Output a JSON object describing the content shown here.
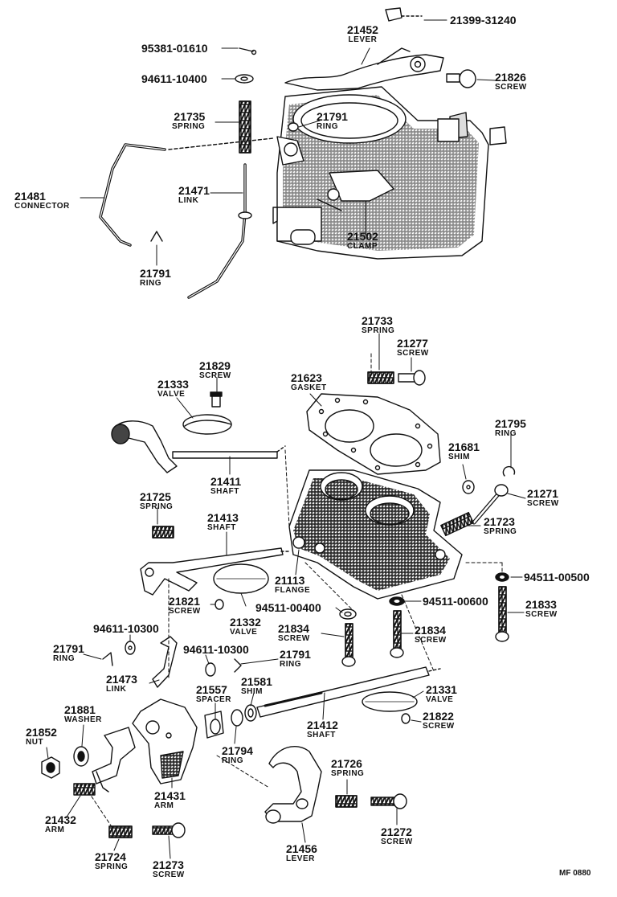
{
  "colors": {
    "ink": "#111111",
    "shade": "#6e6e6e",
    "light": "#bdbdbd",
    "paper": "#ffffff"
  },
  "footer_code": "MF 0880",
  "labels": {
    "p21399": {
      "num": "21399-31240"
    },
    "p21452": {
      "num": "21452",
      "name": "LEVER"
    },
    "p95381": {
      "num": "95381-01610"
    },
    "p94611a": {
      "num": "94611-10400"
    },
    "p21826": {
      "num": "21826",
      "name": "SCREW"
    },
    "p21735": {
      "num": "21735",
      "name": "SPRING"
    },
    "p21791a": {
      "num": "21791",
      "name": "RING"
    },
    "p21481": {
      "num": "21481",
      "name": "CONNECTOR"
    },
    "p21471": {
      "num": "21471",
      "name": "LINK"
    },
    "p21502": {
      "num": "21502",
      "name": "CLAMP"
    },
    "p21791b": {
      "num": "21791",
      "name": "RING"
    },
    "p21733": {
      "num": "21733",
      "name": "SPRING"
    },
    "p21277": {
      "num": "21277",
      "name": "SCREW"
    },
    "p21829": {
      "num": "21829",
      "name": "SCREW"
    },
    "p21623": {
      "num": "21623",
      "name": "GASKET"
    },
    "p21333": {
      "num": "21333",
      "name": "VALVE"
    },
    "p21795": {
      "num": "21795",
      "name": "RING"
    },
    "p21681": {
      "num": "21681",
      "name": "SHIM"
    },
    "p21411": {
      "num": "21411",
      "name": "SHAFT"
    },
    "p21271": {
      "num": "21271",
      "name": "SCREW"
    },
    "p21725": {
      "num": "21725",
      "name": "SPRING"
    },
    "p21413": {
      "num": "21413",
      "name": "SHAFT"
    },
    "p21723": {
      "num": "21723",
      "name": "SPRING"
    },
    "p94511a": {
      "num": "94511-00500"
    },
    "p21113": {
      "num": "21113",
      "name": "FLANGE"
    },
    "p21821": {
      "num": "21821",
      "name": "SCREW"
    },
    "p94511b": {
      "num": "94511-00400"
    },
    "p94511c": {
      "num": "94511-00600"
    },
    "p21833": {
      "num": "21833",
      "name": "SCREW"
    },
    "p21332": {
      "num": "21332",
      "name": "VALVE"
    },
    "p21834a": {
      "num": "21834",
      "name": "SCREW"
    },
    "p21834b": {
      "num": "21834",
      "name": "SCREW"
    },
    "p94611b": {
      "num": "94611-10300"
    },
    "p94611c": {
      "num": "94611-10300"
    },
    "p21791c": {
      "num": "21791",
      "name": "RING"
    },
    "p21791d": {
      "num": "21791",
      "name": "RING"
    },
    "p21473": {
      "num": "21473",
      "name": "LINK"
    },
    "p21557": {
      "num": "21557",
      "name": "SPACER"
    },
    "p21581": {
      "num": "21581",
      "name": "SHIM"
    },
    "p21331": {
      "num": "21331",
      "name": "VALVE"
    },
    "p21881": {
      "num": "21881",
      "name": "WASHER"
    },
    "p21852": {
      "num": "21852",
      "name": "NUT"
    },
    "p21412": {
      "num": "21412",
      "name": "SHAFT"
    },
    "p21822": {
      "num": "21822",
      "name": "SCREW"
    },
    "p21794": {
      "num": "21794",
      "name": "RING"
    },
    "p21431": {
      "num": "21431",
      "name": "ARM"
    },
    "p21726": {
      "num": "21726",
      "name": "SPRING"
    },
    "p21432": {
      "num": "21432",
      "name": "ARM"
    },
    "p21272": {
      "num": "21272",
      "name": "SCREW"
    },
    "p21724": {
      "num": "21724",
      "name": "SPRING"
    },
    "p21273": {
      "num": "21273",
      "name": "SCREW"
    },
    "p21456": {
      "num": "21456",
      "name": "LEVER"
    }
  }
}
